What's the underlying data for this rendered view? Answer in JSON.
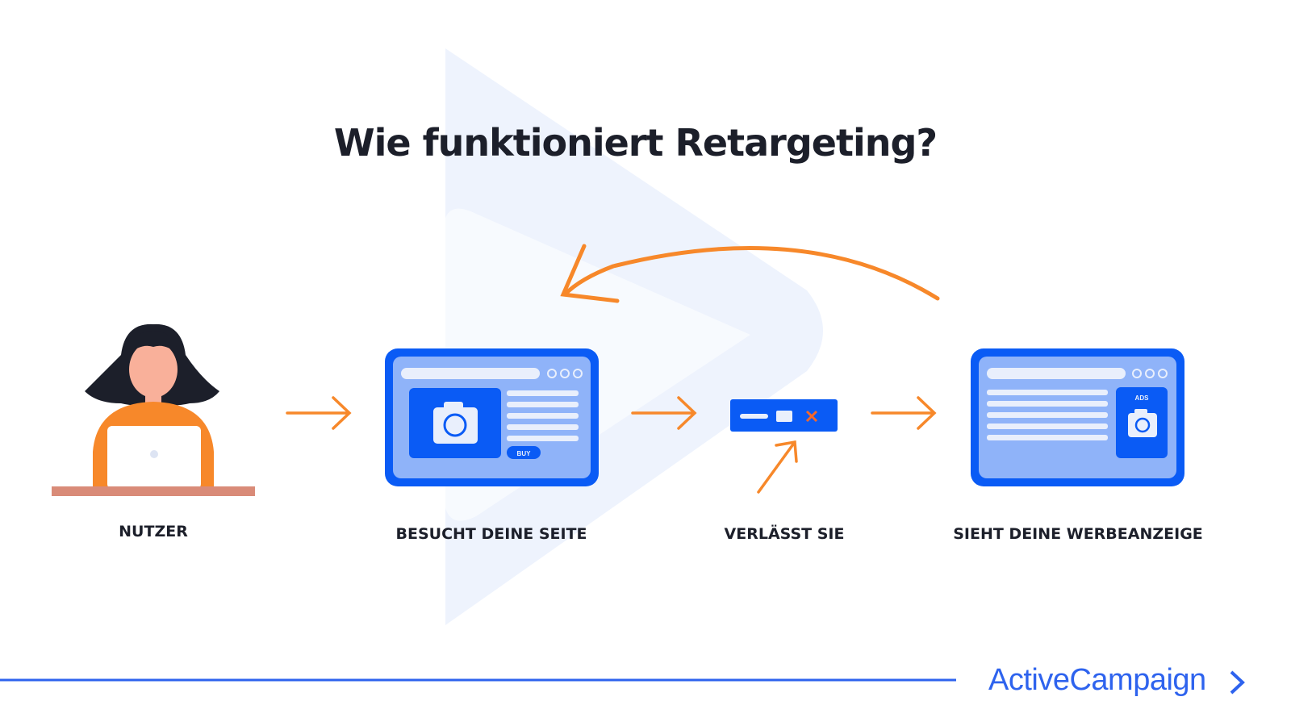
{
  "title": "Wie funktioniert Retargeting?",
  "steps": [
    {
      "label": "NUTZER",
      "icon": "user-laptop-icon"
    },
    {
      "label": "BESUCHT DEINE SEITE",
      "icon": "website-icon",
      "button": "BUY"
    },
    {
      "label": "VERLÄSST SIE",
      "icon": "close-window-icon"
    },
    {
      "label": "SIEHT DEINE WERBEANZEIGE",
      "icon": "website-ad-icon",
      "ad_label": "ADS"
    }
  ],
  "brand": {
    "name": "ActiveCampaign",
    "mark": ">"
  },
  "colors": {
    "blue": "#0a5bf5",
    "light_blue": "#8fb3f9",
    "orange": "#f7882a",
    "text": "#1c1f2a",
    "watermark": "#eef3fd"
  }
}
